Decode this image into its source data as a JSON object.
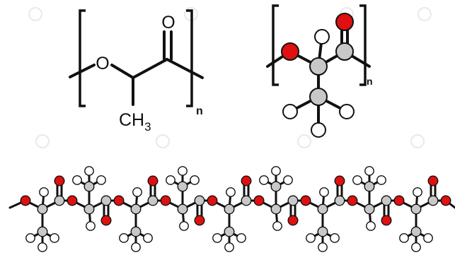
{
  "skeletal_formula": {
    "oxygen_label": "O",
    "carbonyl_label": "O",
    "methyl_label": "CH",
    "methyl_subscript": "3",
    "repeat_subscript": "n"
  },
  "ball_and_stick_monomer": {
    "repeat_subscript": "n"
  },
  "colors": {
    "bond": "#111111",
    "carbon": "#c8c8c8",
    "oxygen": "#e01010",
    "hydrogen": "#ffffff",
    "outline": "#111111"
  }
}
